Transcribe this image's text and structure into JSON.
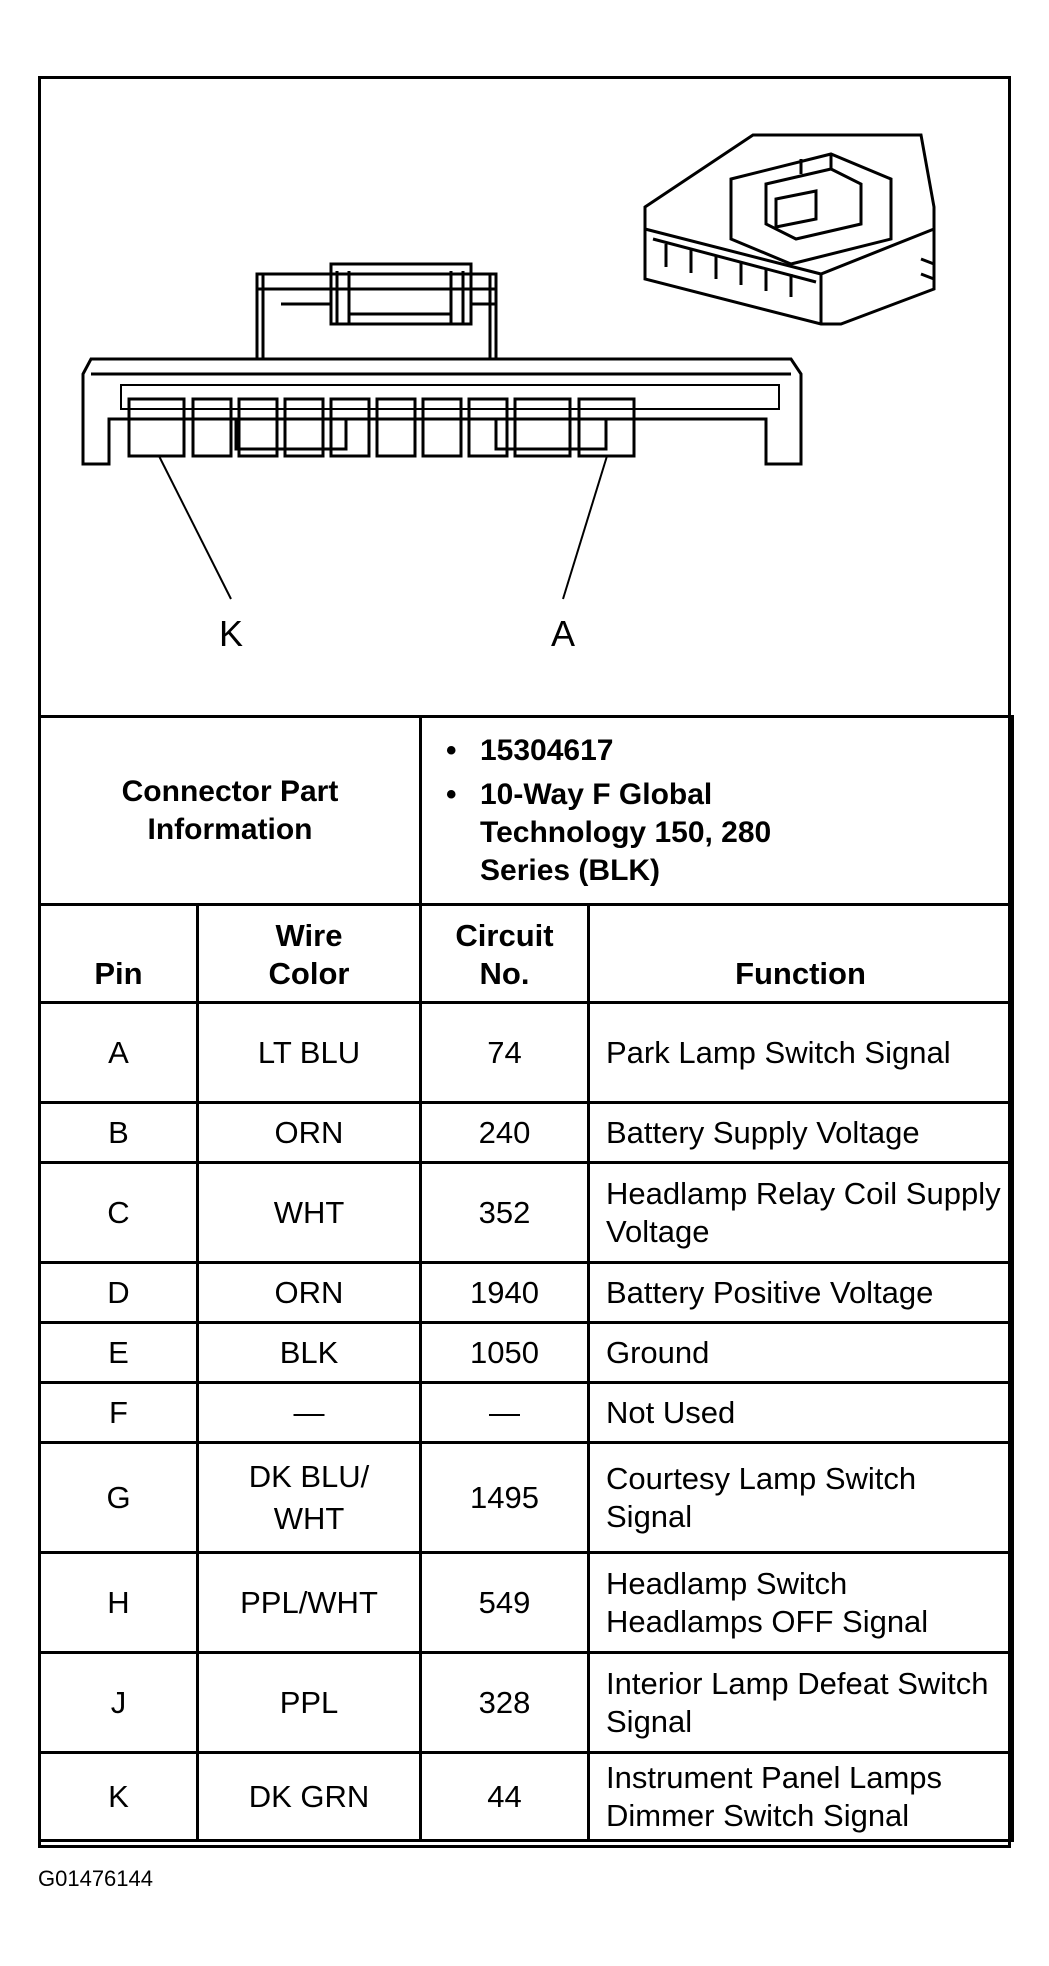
{
  "diagram": {
    "pin_callouts": [
      "K",
      "A"
    ]
  },
  "connector_info": {
    "label": "Connector Part Information",
    "bullets": [
      "15304617",
      "10-Way F Global Technology 150, 280 Series (BLK)"
    ]
  },
  "columns": [
    "Pin",
    "Wire Color",
    "Circuit No.",
    "Function"
  ],
  "rows": [
    {
      "pin": "A",
      "color": "LT BLU",
      "circuit": "74",
      "function": "Park Lamp Switch Signal"
    },
    {
      "pin": "B",
      "color": "ORN",
      "circuit": "240",
      "function": "Battery Supply Voltage"
    },
    {
      "pin": "C",
      "color": "WHT",
      "circuit": "352",
      "function": "Headlamp Relay Coil Supply Voltage"
    },
    {
      "pin": "D",
      "color": "ORN",
      "circuit": "1940",
      "function": "Battery Positive Voltage"
    },
    {
      "pin": "E",
      "color": "BLK",
      "circuit": "1050",
      "function": "Ground"
    },
    {
      "pin": "F",
      "color": "—",
      "circuit": "—",
      "function": "Not Used"
    },
    {
      "pin": "G",
      "color": "DK BLU/ WHT",
      "circuit": "1495",
      "function": "Courtesy Lamp Switch Signal"
    },
    {
      "pin": "H",
      "color": "PPL/WHT",
      "circuit": "549",
      "function": "Headlamp Switch Headlamps OFF Signal"
    },
    {
      "pin": "J",
      "color": "PPL",
      "circuit": "328",
      "function": "Interior Lamp Defeat Switch Signal"
    },
    {
      "pin": "K",
      "color": "DK GRN",
      "circuit": "44",
      "function": "Instrument Panel Lamps Dimmer Switch Signal"
    }
  ],
  "reference": "G01476144"
}
